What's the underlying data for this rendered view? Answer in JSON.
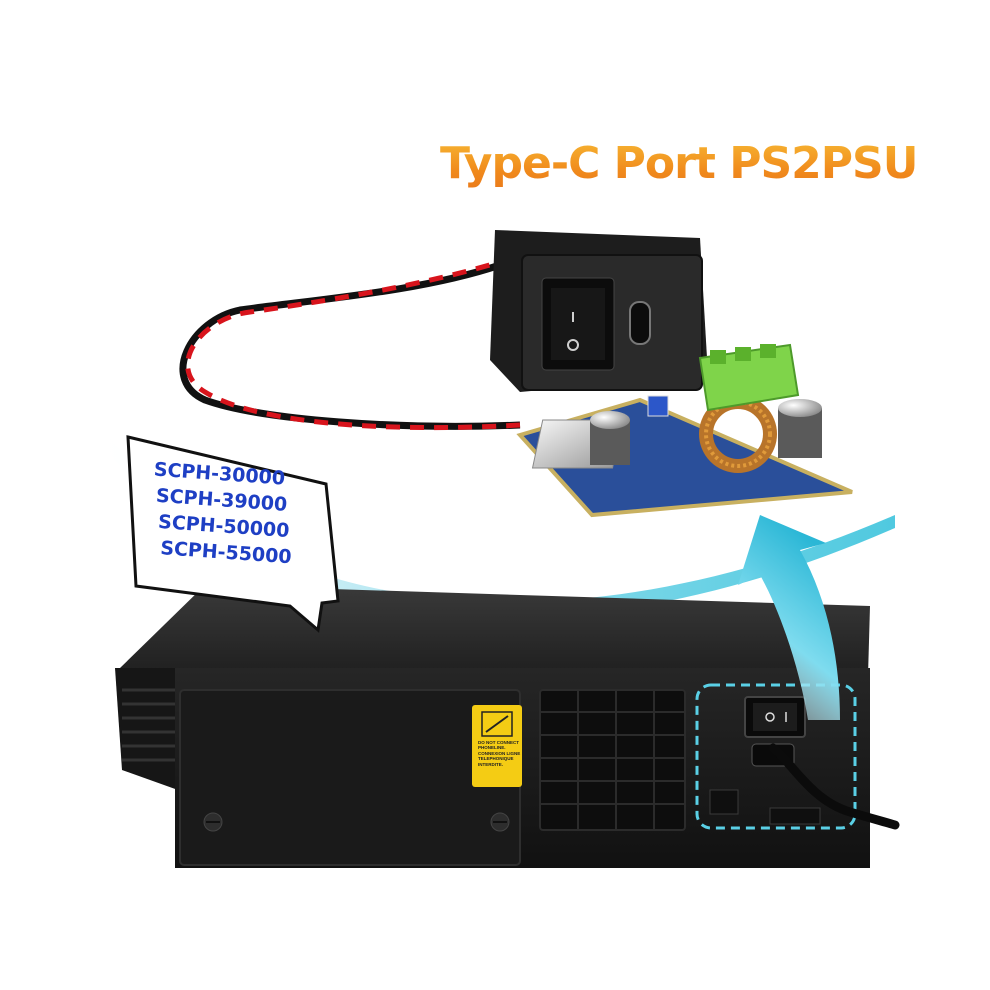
{
  "title": "Type-C Port PS2PSU",
  "compatible_models": [
    "SCPH-30000",
    "SCPH-39000",
    "SCPH-50000",
    "SCPH-55000"
  ],
  "warning_label": "DO NOT CONNECT PHONELINE. CONNEXION LIGNE TELEPHONIQUE INTERDITE.",
  "colors": {
    "title_orange": "#f09a22",
    "model_blue": "#1e3fc4",
    "accent_cyan": "#3cc3dc",
    "console_black": "#1c1c1c",
    "pcb_blue": "#2a4f9a",
    "terminal_green": "#7fd44a",
    "warning_yellow": "#f4cc14"
  },
  "icons": [
    "curved-arrow-icon",
    "rocker-switch-icon",
    "usb-c-port-icon",
    "speech-bubble-icon"
  ]
}
